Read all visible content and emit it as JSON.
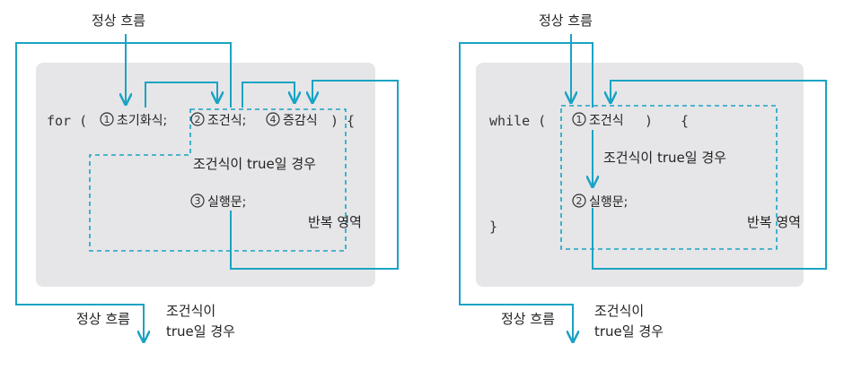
{
  "colors": {
    "flow": "#1aa3c4",
    "box": "#e6e6e8",
    "text": "#222222"
  },
  "for_loop": {
    "normal_flow_top": "정상 흐름",
    "code_for": "for (",
    "step1_num": "1",
    "step1_text": "초기화식;",
    "step2_num": "2",
    "step2_text": "조건식;",
    "step4_num": "4",
    "step4_text": "증감식",
    "code_close": ") {",
    "condition_true": "조건식이 true일 경우",
    "step3_num": "3",
    "step3_text": "실행문;",
    "loop_area": "반복 영역",
    "normal_flow_bottom": "정상 흐름",
    "exit_condition_line1": "조건식이",
    "exit_condition_line2": "true일 경우"
  },
  "while_loop": {
    "normal_flow_top": "정상 흐름",
    "code_while": "while (",
    "step1_num": "1",
    "step1_text": "조건식",
    "code_close_paren": ")",
    "code_open_brace": "{",
    "condition_true": "조건식이 true일 경우",
    "step2_num": "2",
    "step2_text": "실행문;",
    "code_close_brace": "}",
    "loop_area": "반복 영역",
    "normal_flow_bottom": "정상 흐름",
    "exit_condition_line1": "조건식이",
    "exit_condition_line2": "true일 경우"
  }
}
